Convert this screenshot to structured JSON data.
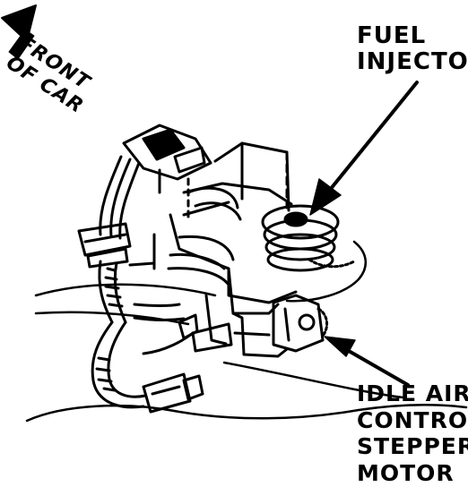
{
  "labels": {
    "front": {
      "line1": "FRONT",
      "line2": "OF CAR"
    },
    "fuel_injector": {
      "line1": "FUEL",
      "line2": "INJECTOR"
    },
    "iac_motor": {
      "line1": "IDLE AIR",
      "line2": "CONTROL",
      "line3": "STEPPER",
      "line4": "MOTOR"
    }
  },
  "colors": {
    "ink": "#000000",
    "paper": "#ffffff"
  }
}
